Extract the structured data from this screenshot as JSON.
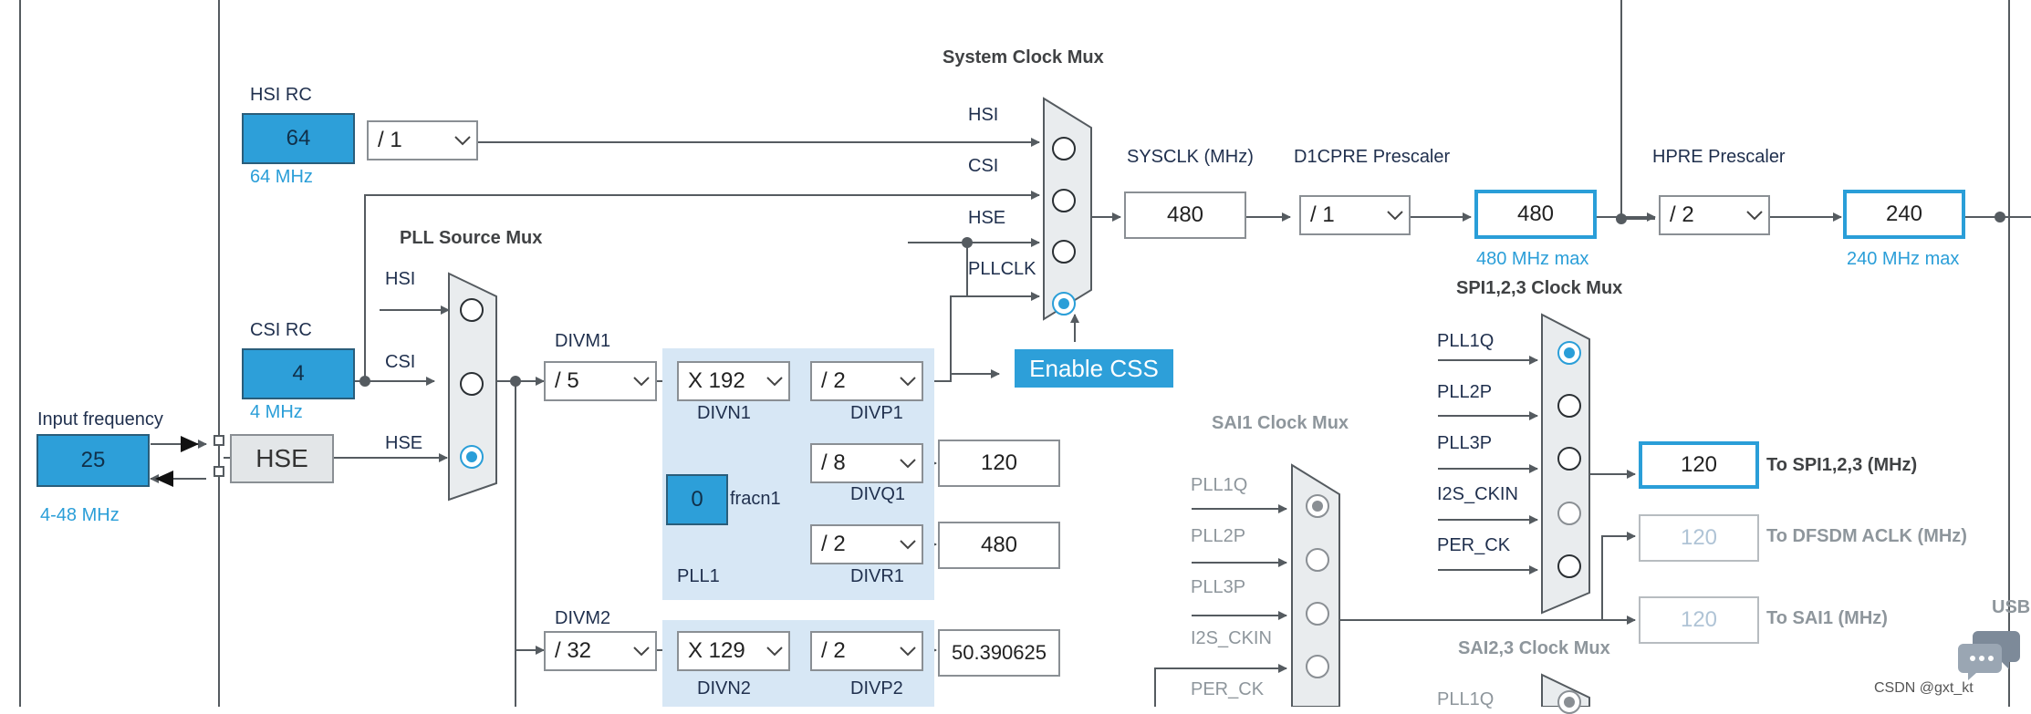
{
  "hsi_rc": {
    "title": "HSI RC",
    "value": "64",
    "freq": "64 MHz",
    "div": "/ 1"
  },
  "csi_rc": {
    "title": "CSI RC",
    "value": "4",
    "freq": "4 MHz"
  },
  "input": {
    "title": "Input frequency",
    "value": "25",
    "range": "4-48 MHz",
    "hse_label": "HSE"
  },
  "pll_source_mux": {
    "title": "PLL Source Mux",
    "inputs": [
      "HSI",
      "CSI",
      "HSE"
    ]
  },
  "system_clock_mux": {
    "title": "System Clock Mux",
    "inputs": [
      "HSI",
      "CSI",
      "HSE",
      "PLLCLK"
    ]
  },
  "enable_css": "Enable CSS",
  "sysclk": {
    "title": "SYSCLK (MHz)",
    "value": "480"
  },
  "d1cpre": {
    "title": "D1CPRE Prescaler",
    "div": "/ 1",
    "value": "480",
    "max": "480 MHz max"
  },
  "hpre": {
    "title": "HPRE Prescaler",
    "div": "/ 2",
    "value": "240",
    "max": "240 MHz max"
  },
  "pll1": {
    "name": "PLL1",
    "divm_title": "DIVM1",
    "divm": "/ 5",
    "divn": "X 192",
    "divn_label": "DIVN1",
    "divp": "/ 2",
    "divp_label": "DIVP1",
    "divq": "/ 8",
    "divq_label": "DIVQ1",
    "q_out": "120",
    "divr": "/ 2",
    "divr_label": "DIVR1",
    "r_out": "480",
    "fracn_value": "0",
    "fracn_label": "fracn1"
  },
  "pll2": {
    "divm_title": "DIVM2",
    "divm": "/ 32",
    "divn": "X 129",
    "divn_label": "DIVN2",
    "divp": "/ 2",
    "divp_label": "DIVP2",
    "p_out": "50.390625"
  },
  "spi_mux": {
    "title": "SPI1,2,3 Clock Mux",
    "inputs": [
      "PLL1Q",
      "PLL2P",
      "PLL3P",
      "I2S_CKIN",
      "PER_CK"
    ]
  },
  "sai1_mux": {
    "title": "SAI1 Clock Mux",
    "inputs": [
      "PLL1Q",
      "PLL2P",
      "PLL3P",
      "I2S_CKIN",
      "PER_CK"
    ]
  },
  "sai23_mux": {
    "title": "SAI2,3 Clock Mux",
    "inputs": [
      "PLL1Q"
    ]
  },
  "outputs": {
    "spi": {
      "value": "120",
      "label": "To SPI1,2,3 (MHz)"
    },
    "dfsdm": {
      "value": "120",
      "label": "To DFSDM ACLK (MHz)"
    },
    "sai1": {
      "value": "120",
      "label": "To SAI1 (MHz)"
    }
  },
  "usb_partial": "USB",
  "watermark": "CSDN @gxt_kt",
  "colors": {
    "accent": "#2d9fd9",
    "pll_bg": "#d7e7f5",
    "wire": "#555b60"
  }
}
